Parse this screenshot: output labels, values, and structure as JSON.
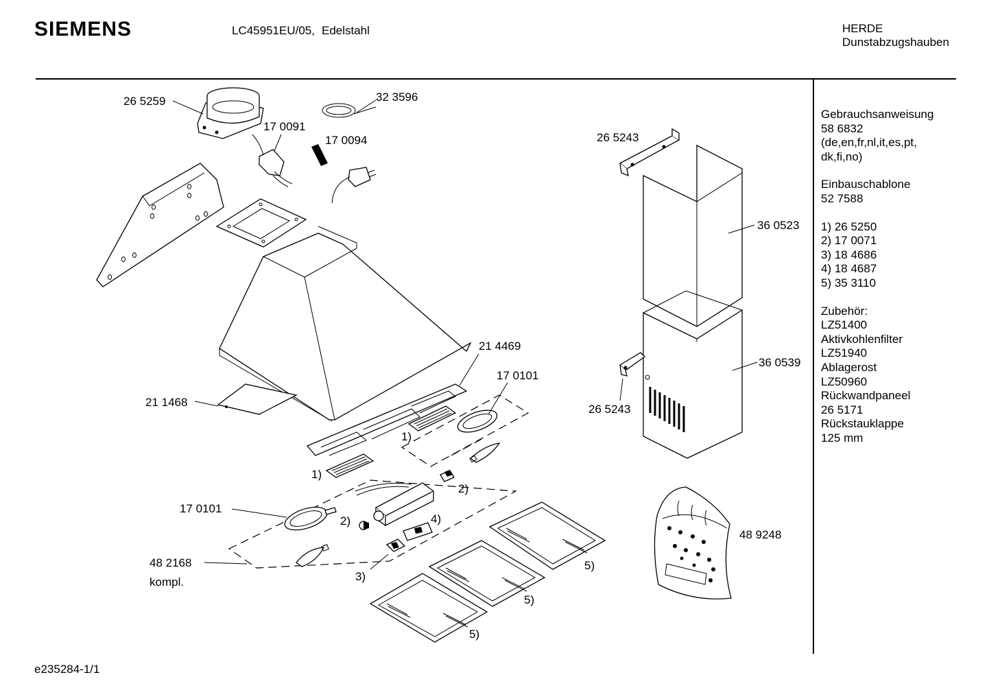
{
  "header": {
    "brand": "SIEMENS",
    "model": "LC45951EU/05,",
    "variant": "Edelstahl",
    "category_line1": "HERDE",
    "category_line2": "Dunstabzugshauben"
  },
  "sidebar": {
    "manual_label": "Gebrauchsanweisung",
    "manual_number": "58 6832",
    "manual_langs_1": "(de,en,fr,nl,it,es,pt,",
    "manual_langs_2": "dk,fi,no)",
    "template_label": "Einbauschablone",
    "template_number": "52 7588",
    "refs": [
      "1) 26 5250",
      "2) 17 0071",
      "3) 18 4686",
      "4) 18 4687",
      "5) 35 3110"
    ],
    "accessories_label": "Zubehör:",
    "accessories": [
      "LZ51400",
      "Aktivkohlenfilter",
      "LZ51940",
      "Ablagerost",
      "LZ50960",
      "Rückwandpaneel",
      "26 5171",
      "Rückstauklappe",
      "125 mm"
    ]
  },
  "callouts": {
    "p265259": "26 5259",
    "p323596": "32 3596",
    "p170091": "17 0091",
    "p170094": "17 0094",
    "p265243_top": "26 5243",
    "p360523": "36 0523",
    "p360539": "36 0539",
    "p265243_bottom": "26 5243",
    "p214469": "21 4469",
    "p170101_top": "17 0101",
    "p211468": "21 1468",
    "ref1_a": "1)",
    "ref1_b": "1)",
    "ref2_a": "2)",
    "ref2_b": "2)",
    "ref3": "3)",
    "ref4": "4)",
    "ref5_a": "5)",
    "ref5_b": "5)",
    "ref5_c": "5)",
    "p170101_bottom": "17 0101",
    "p482168": "48 2168",
    "kompl": "kompl.",
    "p489248": "48 9248"
  },
  "footer": {
    "doc_id": "e235284-1/1"
  }
}
